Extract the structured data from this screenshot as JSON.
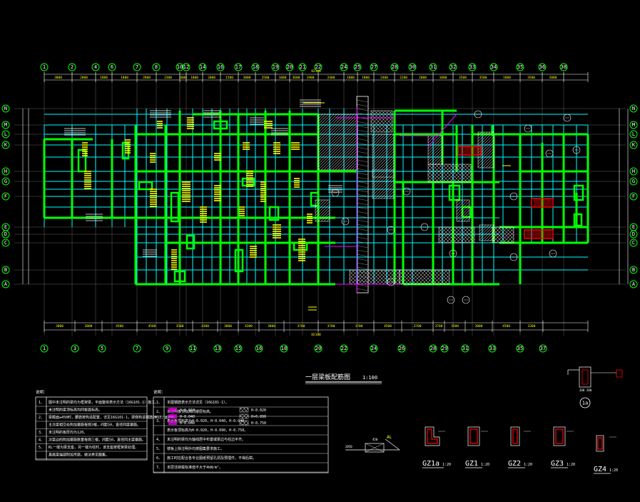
{
  "drawing": {
    "title": "一层梁板配筋图",
    "scale": "1:100",
    "total_dim_top": "82100",
    "total_dim_bottom": "82100"
  },
  "axes_top": [
    "1",
    "2",
    "4",
    "6",
    "7",
    "8",
    "10",
    "12",
    "14",
    "16",
    "17",
    "18",
    "19",
    "20",
    "21",
    "22",
    "24",
    "25",
    "27",
    "28",
    "30",
    "31",
    "32",
    "33",
    "34",
    "35",
    "36",
    "38"
  ],
  "axes_bottom": [
    "1",
    "3",
    "5",
    "7",
    "9",
    "11",
    "13",
    "15",
    "16",
    "18",
    "20",
    "22",
    "24",
    "26",
    "28",
    "29",
    "31",
    "33",
    "35",
    "37"
  ],
  "axes_left": [
    "N",
    "M",
    "L",
    "K",
    "H",
    "G",
    "F",
    "E",
    "D",
    "C",
    "B",
    "A"
  ],
  "axes_right": [
    "N",
    "M",
    "L",
    "K",
    "H",
    "G",
    "F",
    "E",
    "D",
    "C",
    "B",
    "A"
  ],
  "dims_top": [
    "3800",
    "2800",
    "1800",
    "1800",
    "2800",
    "2300",
    "1000",
    "1800",
    "2000",
    "1500",
    "3800",
    "2500",
    "1800",
    "3600",
    "1900",
    "2400",
    "1800",
    "1800",
    "2400",
    "2200",
    "2000",
    "1800",
    "3500",
    "3500",
    "1800",
    "3500",
    "2800"
  ],
  "dims_bottom": [
    "3800",
    "3800",
    "4500",
    "4500",
    "3500",
    "4300",
    "3800",
    "4300",
    "3800",
    "3700",
    "3700",
    "3700",
    "4500",
    "3700",
    "3700",
    "3500",
    "3800",
    "4500",
    "3300"
  ],
  "notes_left": {
    "header": "说明：",
    "items": [
      {
        "num": "1、",
        "text": "图中未注明的梁均为框架梁，平面整体表示方法（16G101-1）施工。"
      },
      {
        "num": "",
        "text": "未注明的梁顶标高均同板面标高。"
      },
      {
        "num": "2、",
        "text": "梁截面≥450时，腰筋按构造配置，详见16G101-1，梁侧构造钢筋2Φ12，@200。"
      },
      {
        "num": "",
        "text": "主次梁相交处附加箍筋每侧3根，间距50，直径同梁箍筋。"
      },
      {
        "num": "3、",
        "text": "未注明的板厚均为120。"
      },
      {
        "num": "4、",
        "text": "次梁边的附加箍筋数量每侧三根，间距50，直径同主梁箍筋。"
      },
      {
        "num": "5、",
        "text": "KL一端为梁支座，另一端为柱时，该支座按框架梁处理。"
      },
      {
        "num": "",
        "text": "悬挑梁端部附加吊筋，做法参见图集。"
      }
    ]
  },
  "notes_right": {
    "header": "说明：",
    "items": [
      {
        "num": "1、",
        "text": "本图钢筋表示方法详见（16G101-1）。"
      },
      {
        "num": "2、",
        "text": "未注明板顶标高同楼层标高。"
      },
      {
        "num": "3、",
        "text": "表示板顶标高为H-0.020，H-0.040，H-0.040。"
      },
      {
        "num": "",
        "text": "表示板顶标高为H-0.020，H-0.090，H-0.750。"
      },
      {
        "num": "4、",
        "text": "未注明的梁均为轴线居中布置或梁边与柱边平齐。"
      },
      {
        "num": "5、",
        "text": "楼板上除注明外均按图集要求施工。"
      },
      {
        "num": "6、",
        "text": "施工时应配合各专业图纸预留孔洞及预埋件，不得后凿。"
      },
      {
        "num": "7、",
        "text": "本层活荷载标准值不大于4kN/m²。"
      }
    ],
    "legend": [
      {
        "label": "H-0.010",
        "label2": "H-0.020"
      },
      {
        "label": "H-0.040",
        "label2": "H+0.090"
      },
      {
        "label": "H-0.040",
        "label2": "H-0.750"
      }
    ]
  },
  "details": [
    {
      "name": "GZ1a",
      "scale": "1:20"
    },
    {
      "name": "GZ1",
      "scale": "1:20"
    },
    {
      "name": "GZ2",
      "scale": "1:20"
    },
    {
      "name": "GZ3",
      "scale": "1:20"
    },
    {
      "name": "GZ4",
      "scale": "1:20"
    }
  ],
  "section_mark": "1a",
  "section_dims": [
    "200",
    "200"
  ],
  "bracket_label": "AL",
  "bracket_dims": [
    "450",
    "2050"
  ],
  "colors": {
    "background": "#000000",
    "wall": "#00ff00",
    "beam": "#00ffff",
    "annotation": "#ffff00",
    "red": "#ff0000",
    "magenta": "#ff00ff",
    "white": "#ffffff"
  }
}
